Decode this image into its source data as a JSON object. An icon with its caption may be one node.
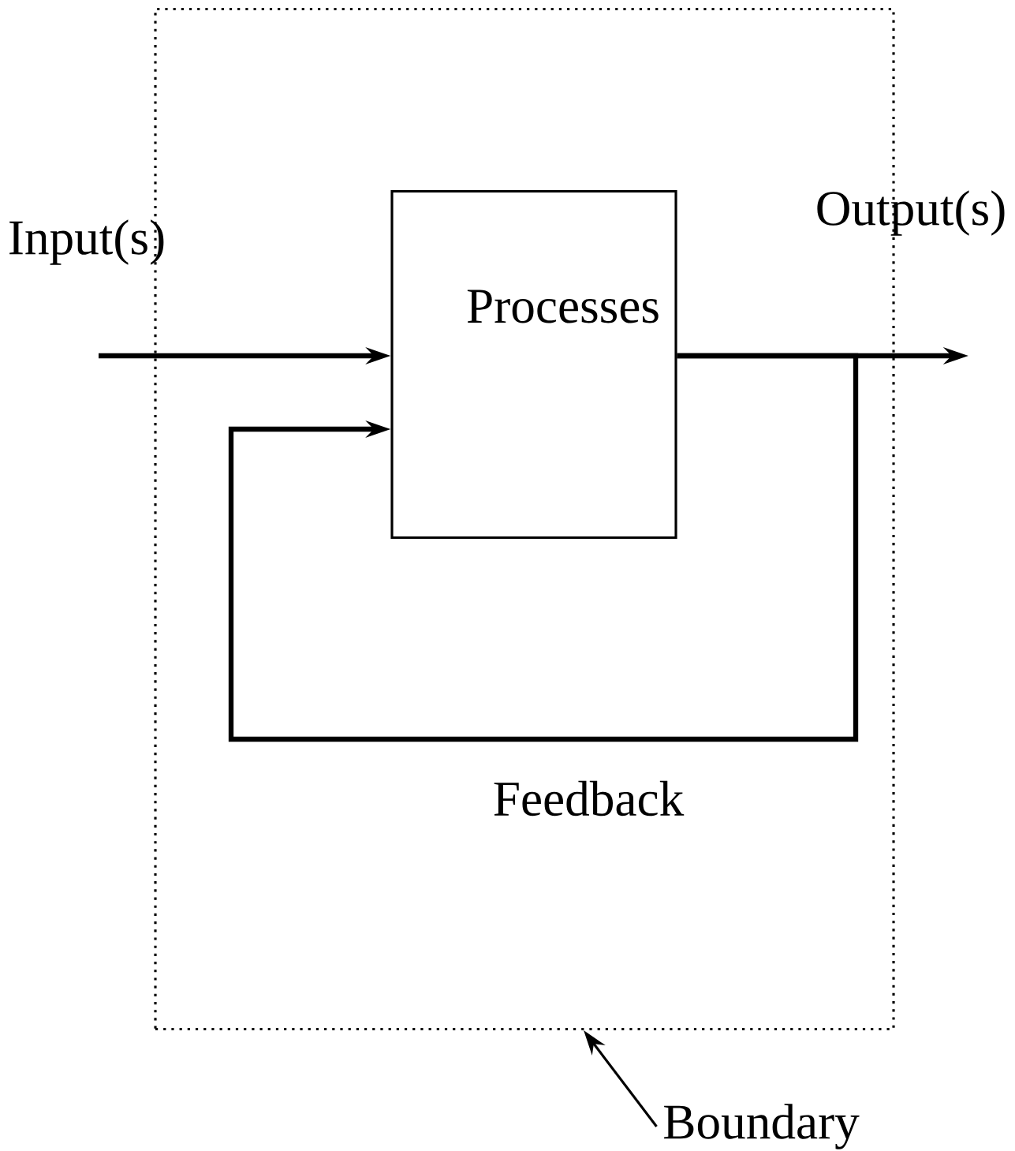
{
  "diagram": {
    "nodes": [
      {
        "text": [],
        "shape": "box"
      },
      {
        "text": [
          "Processes"
        ],
        "in": 0
      },
      {
        "text": [
          "Boundary"
        ]
      }
    ],
    "edges": [
      {
        "from": null,
        "to": 1,
        "arrow": "to"
      },
      {
        "from": 1,
        "to": null,
        "arrow": "to"
      },
      {
        "from": 1,
        "to": 1,
        "arrow": "to",
        "label": "Feedback"
      },
      {
        "from": 2,
        "to": 0,
        "arrow": "to"
      }
    ],
    "labels": [
      "Input(s)",
      "Output(s)"
    ]
  }
}
